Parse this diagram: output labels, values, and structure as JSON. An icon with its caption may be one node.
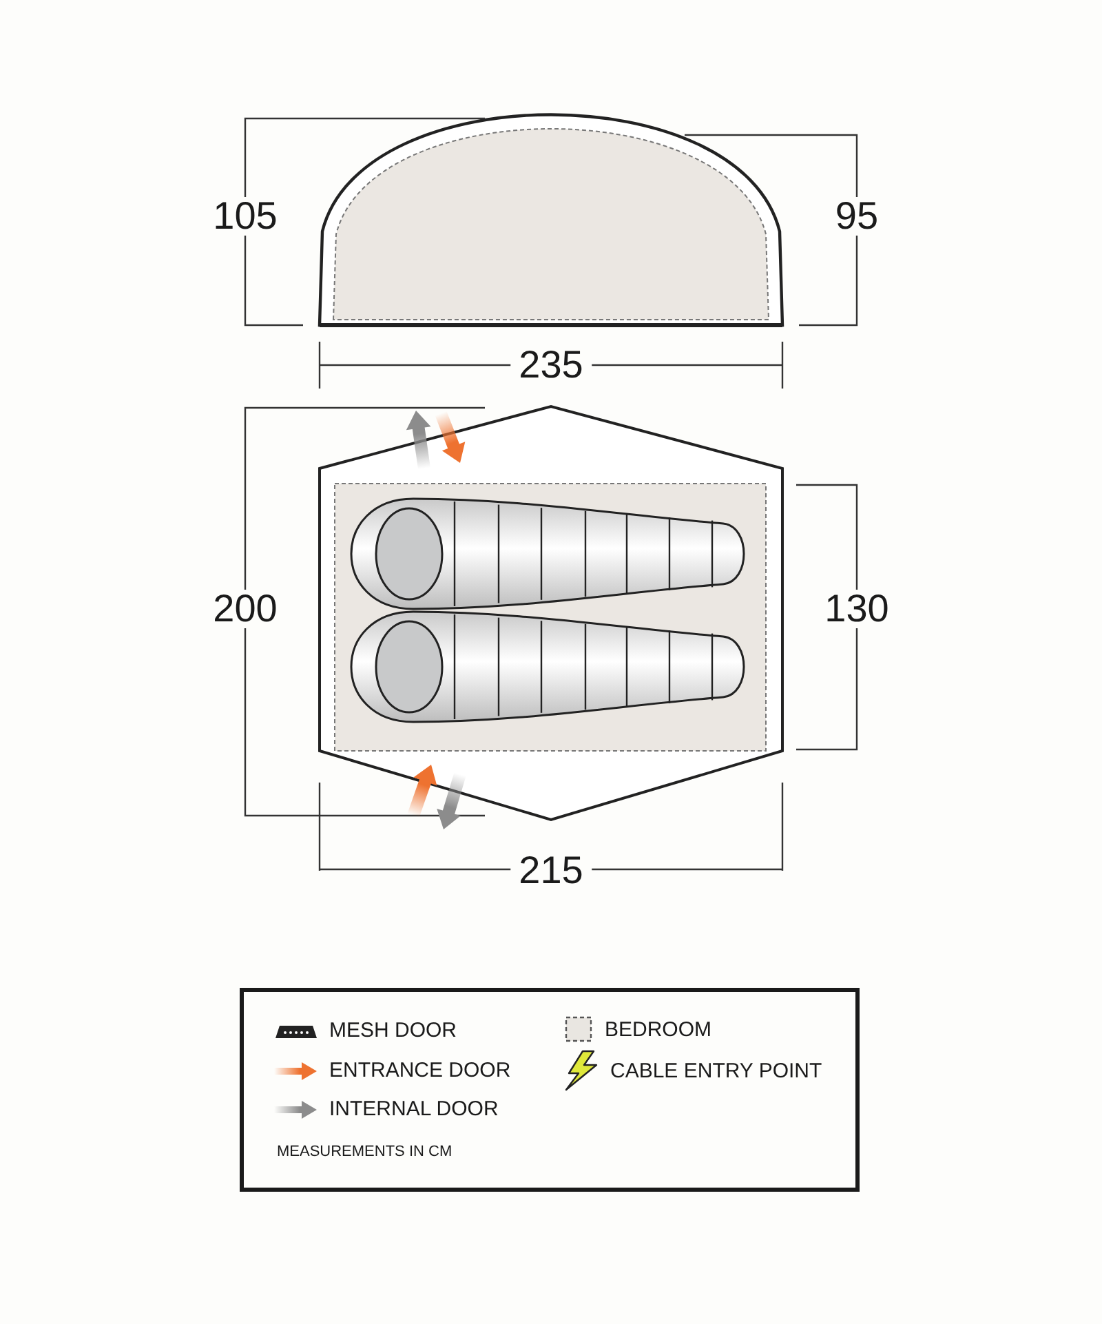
{
  "diagram": {
    "labels": [
      "105",
      "95",
      "235",
      "200",
      "130",
      "215",
      "MEASUREMENTS IN CM"
    ],
    "legend": [
      {
        "text": "MESH DOOR"
      },
      {
        "text": "ENTRANCE DOOR"
      },
      {
        "text": "INTERNAL DOOR"
      },
      {
        "text": "BEDROOM"
      },
      {
        "text": "CABLE ENTRY POINT"
      }
    ]
  }
}
